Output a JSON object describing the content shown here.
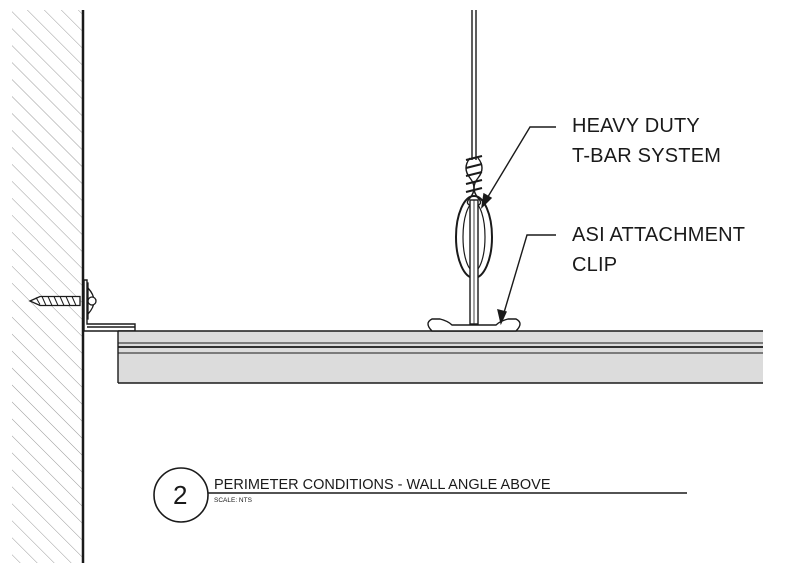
{
  "callouts": {
    "tbar_line1": "HEAVY DUTY",
    "tbar_line2": "T-BAR SYSTEM",
    "clip_line1": "ASI ATTACHMENT",
    "clip_line2": "CLIP"
  },
  "detail": {
    "number": "2",
    "title": "PERIMETER CONDITIONS - WALL ANGLE ABOVE",
    "scale": "SCALE: NTS"
  },
  "colors": {
    "line": "#1a1a1a",
    "panel_fill": "#dcdcdc",
    "hatch": "#9a9a9a",
    "background": "#ffffff"
  }
}
